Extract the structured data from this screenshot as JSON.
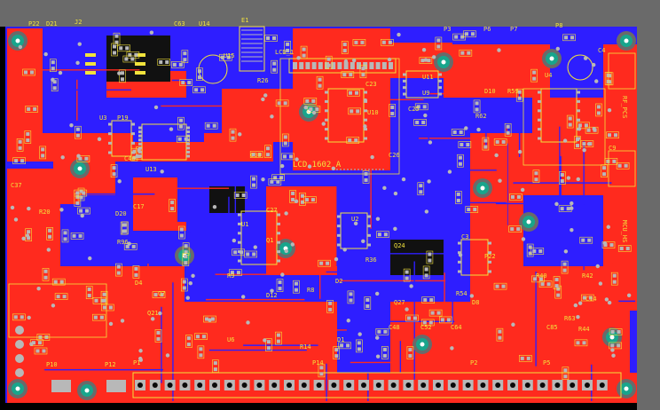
{
  "colors": {
    "background": "#000000",
    "board_frame": "#6a6a6a",
    "top_copper": "#ff2a1e",
    "bottom_copper": "#2e1eff",
    "silkscreen": "#f2e33c",
    "pad": "#b8b8b8",
    "mount_hole": "#18a58c"
  },
  "labels": {
    "p22": "P22",
    "d21": "D21",
    "j2": "J2",
    "c63": "C63",
    "u14": "U14",
    "e1": "E1",
    "p3": "P3",
    "p6": "P6",
    "p7": "P7",
    "p8": "P8",
    "u15": "U15",
    "lcd1": "LCD_1",
    "lcd_name": "LCD 1602 A",
    "u10": "U10",
    "u9": "U9",
    "u11": "U11",
    "c23": "C23",
    "c25": "C25",
    "c26": "C26",
    "d10": "D10",
    "r59": "R59",
    "r62": "R62",
    "c4": "C4",
    "u4": "U4",
    "u3": "U3",
    "u13": "U13",
    "u1": "U1",
    "u2": "U2",
    "q1": "Q1",
    "q24": "Q24",
    "c3": "C3",
    "p22b": "P22",
    "r54": "R54",
    "d8": "D8",
    "q27": "Q27",
    "r96": "R96",
    "d20": "D20",
    "r20": "R20",
    "c37": "C37",
    "p19": "P19",
    "p10": "P10",
    "p12": "P12",
    "p1": "P1",
    "d1": "D1",
    "d4": "D4",
    "r8": "R8",
    "r9": "R9",
    "c27": "C27",
    "q21": "Q21",
    "r40": "R40",
    "r42": "R42",
    "c14": "C14",
    "r63": "R63",
    "p14": "P14",
    "p2": "P2",
    "p5": "P5",
    "rf_pcs": "RF_PCS",
    "c9": "C9",
    "ic_right": "MCU_HS",
    "c17": "C17",
    "c38": "C38",
    "r26": "R26",
    "c40": "C40",
    "c48": "C48",
    "c52": "C52",
    "c64": "C64",
    "c85": "C85",
    "r44": "R44",
    "d2": "D2",
    "d12": "D12",
    "q7": "Q7",
    "u6": "U6",
    "r36": "R36",
    "r14": "R14"
  }
}
